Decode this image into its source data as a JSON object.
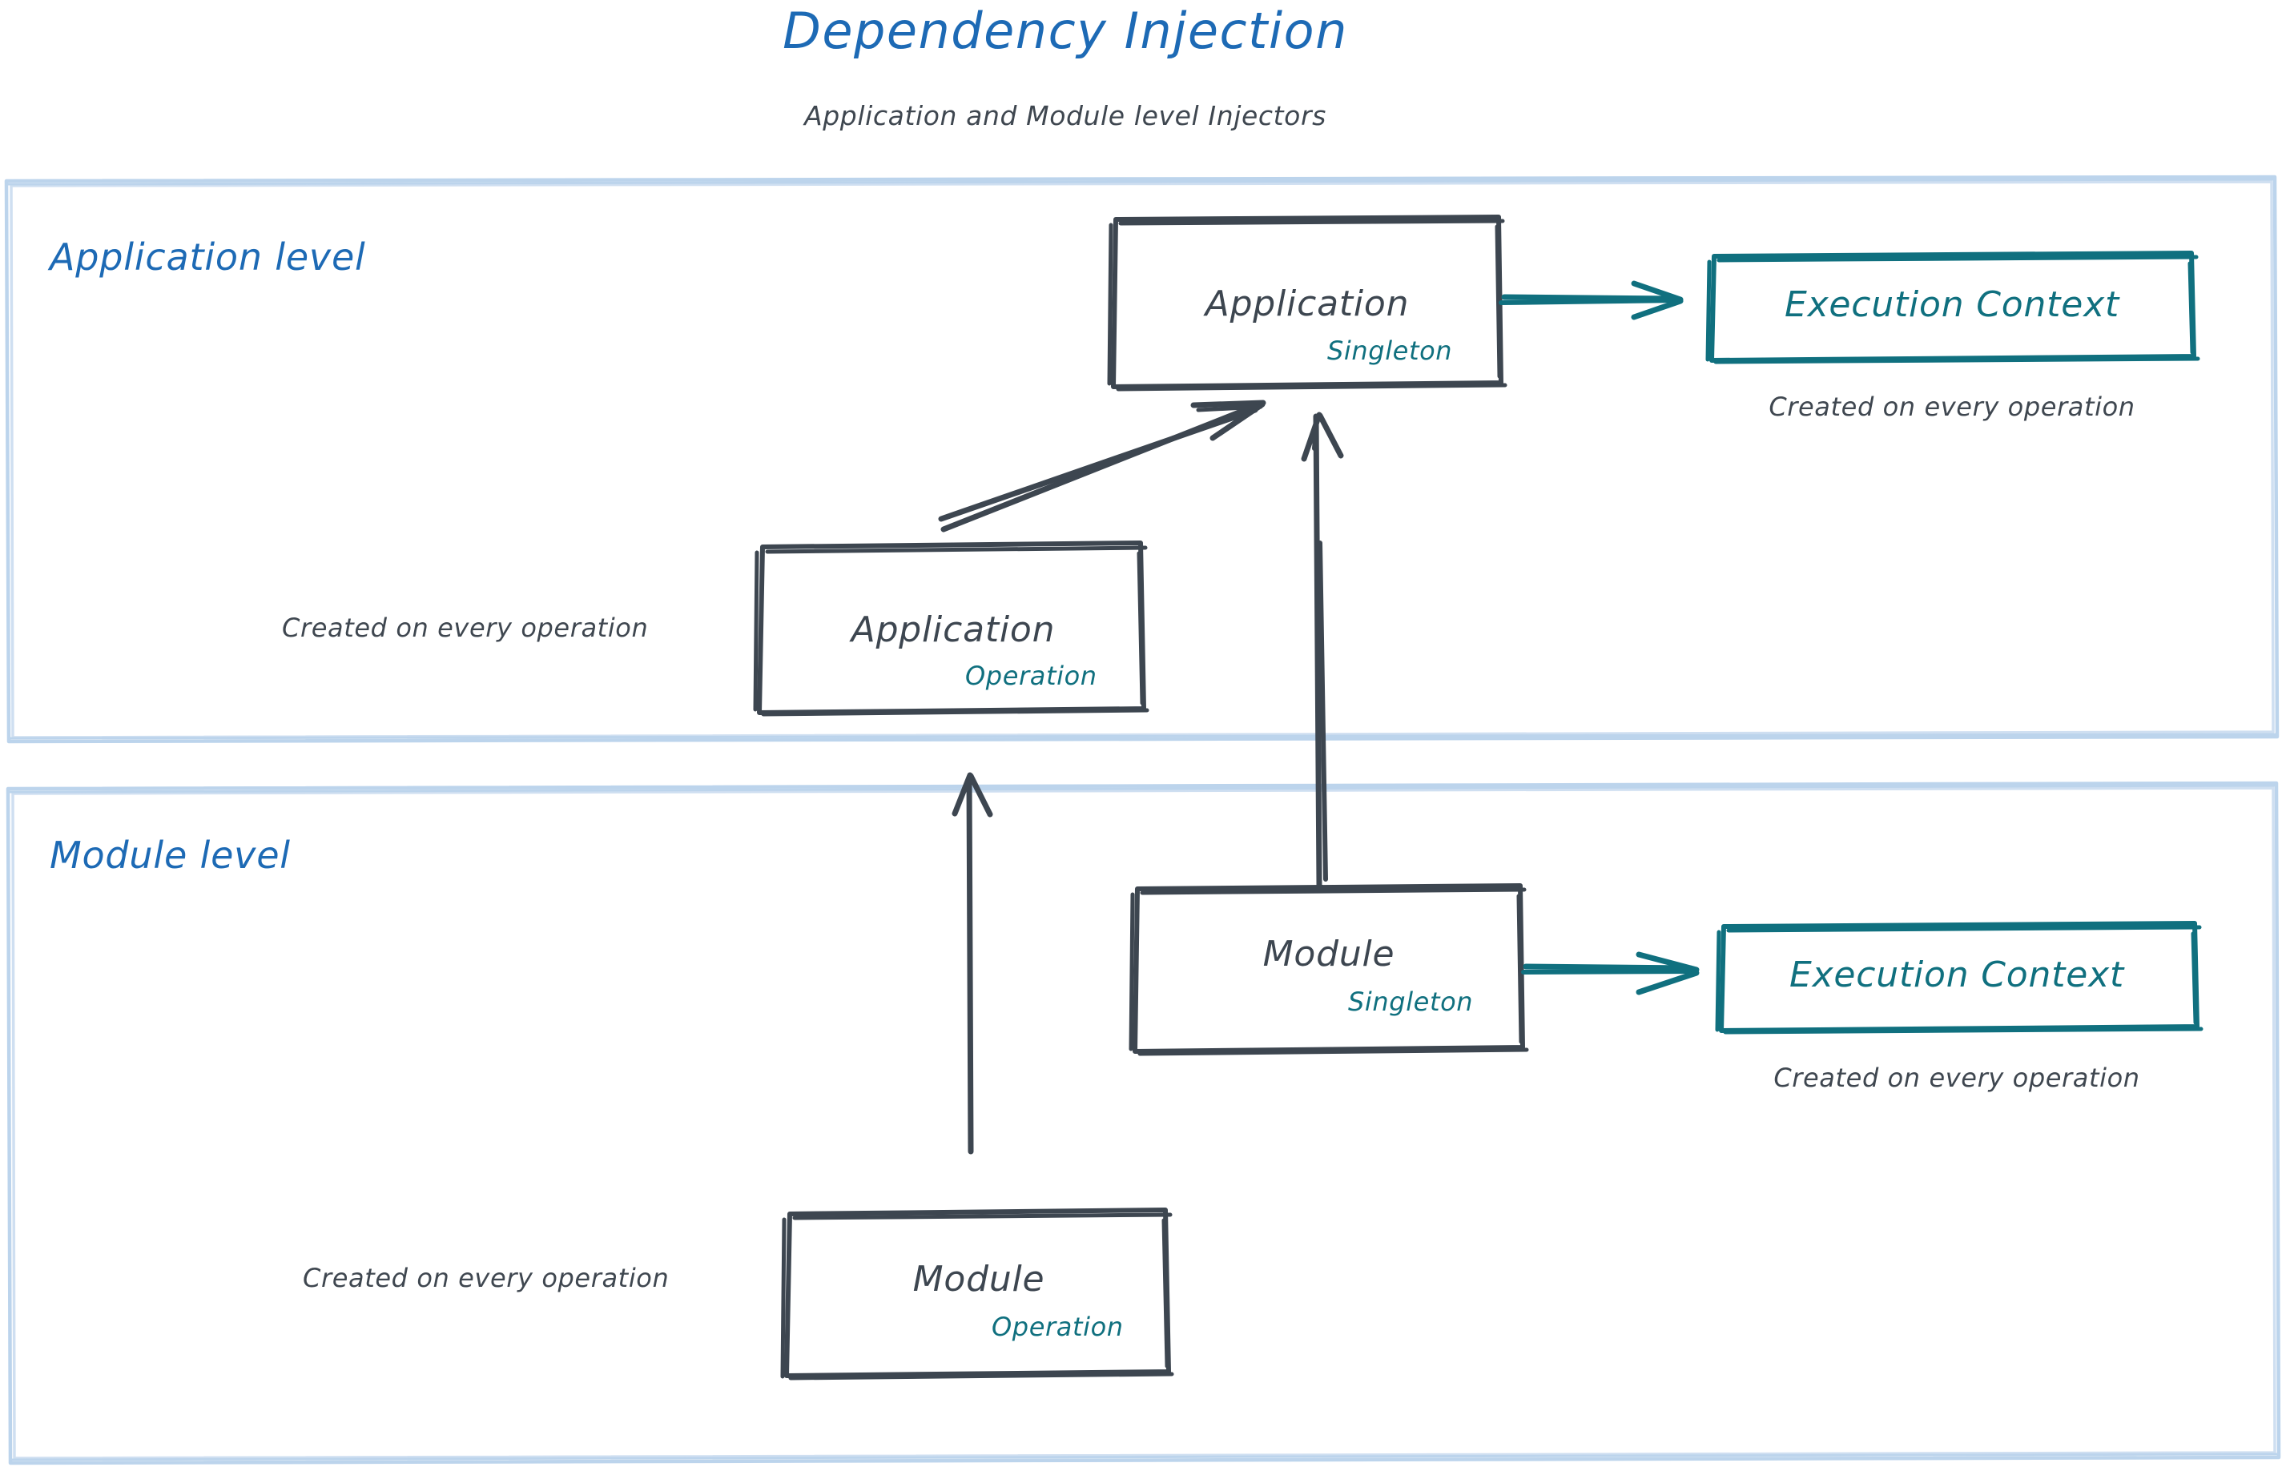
{
  "header": {
    "title": "Dependency Injection",
    "subtitle": "Application and Module level Injectors"
  },
  "colors": {
    "title_blue": "#1d6ab5",
    "section_blue": "#1d6ab5",
    "section_border": "#bcd4ec",
    "sketch_dark": "#3d4650",
    "teal": "#10707f",
    "caption_gray": "#3f4750",
    "background": "#ffffff"
  },
  "sections": [
    {
      "id": "application-level",
      "label": "Application level",
      "nodes": [
        {
          "id": "application-singleton",
          "title": "Application",
          "scope": "Singleton",
          "style": "dark"
        },
        {
          "id": "application-operation",
          "title": "Application",
          "scope": "Operation",
          "style": "dark",
          "caption": "Created on every operation",
          "caption_position": "left"
        },
        {
          "id": "execution-context-application",
          "title": "Execution Context",
          "style": "teal",
          "caption": "Created on every operation",
          "caption_position": "below"
        }
      ],
      "edges": [
        {
          "id": "app-operation-to-app-singleton",
          "kind": "diagonal",
          "color": "dark"
        },
        {
          "id": "app-singleton-to-execution-context",
          "kind": "horizontal",
          "color": "teal"
        }
      ]
    },
    {
      "id": "module-level",
      "label": "Module level",
      "nodes": [
        {
          "id": "module-singleton",
          "title": "Module",
          "scope": "Singleton",
          "style": "dark"
        },
        {
          "id": "module-operation",
          "title": "Module",
          "scope": "Operation",
          "style": "dark",
          "caption": "Created on every operation",
          "caption_position": "left"
        },
        {
          "id": "execution-context-module",
          "title": "Execution Context",
          "style": "teal",
          "caption": "Created on every operation",
          "caption_position": "below"
        }
      ],
      "edges": [
        {
          "id": "module-operation-to-module-singleton",
          "kind": "diagonal",
          "color": "dark"
        },
        {
          "id": "module-singleton-to-execution-context",
          "kind": "horizontal",
          "color": "teal"
        }
      ]
    }
  ],
  "cross_level_edges": [
    {
      "id": "module-singleton-to-application-singleton",
      "kind": "vertical",
      "color": "dark"
    },
    {
      "id": "module-operation-to-application-operation",
      "kind": "vertical",
      "color": "dark"
    }
  ]
}
